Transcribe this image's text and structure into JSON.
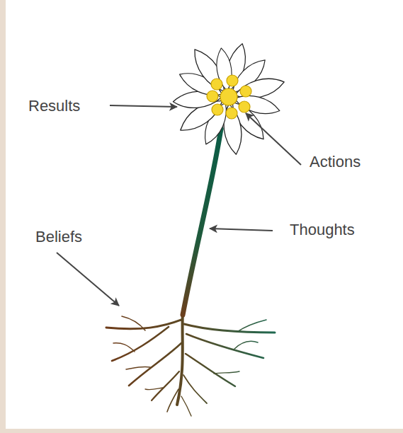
{
  "diagram": {
    "labels": [
      "Results",
      "Actions",
      "Thoughts",
      "Beliefs"
    ]
  }
}
